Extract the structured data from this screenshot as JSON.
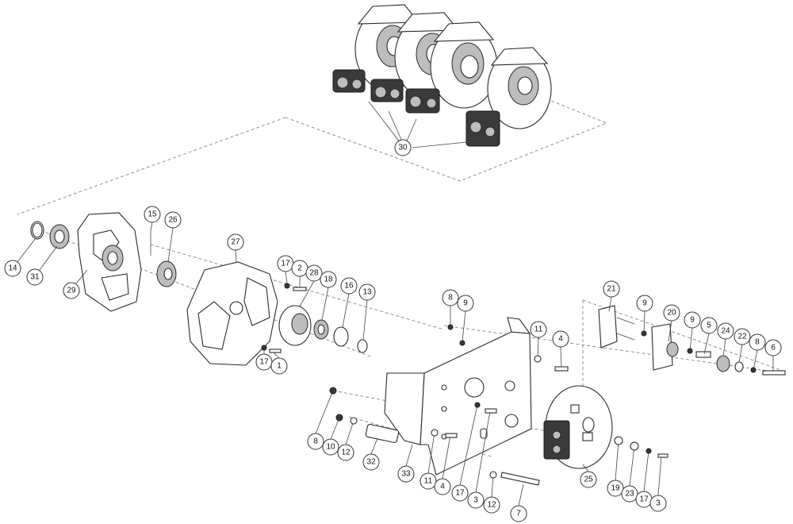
{
  "callouts": [
    {
      "id": "c30",
      "label": "30"
    },
    {
      "id": "c15",
      "label": "15"
    },
    {
      "id": "c26",
      "label": "26"
    },
    {
      "id": "c14",
      "label": "14"
    },
    {
      "id": "c31",
      "label": "31"
    },
    {
      "id": "c29",
      "label": "29"
    },
    {
      "id": "c27",
      "label": "27"
    },
    {
      "id": "c17a",
      "label": "17"
    },
    {
      "id": "c2",
      "label": "2"
    },
    {
      "id": "c28",
      "label": "28"
    },
    {
      "id": "c18",
      "label": "18"
    },
    {
      "id": "c16",
      "label": "16"
    },
    {
      "id": "c13",
      "label": "13"
    },
    {
      "id": "c17b",
      "label": "17"
    },
    {
      "id": "c1",
      "label": "1"
    },
    {
      "id": "c8a",
      "label": "8"
    },
    {
      "id": "c9a",
      "label": "9"
    },
    {
      "id": "c11a",
      "label": "11"
    },
    {
      "id": "c4a",
      "label": "4"
    },
    {
      "id": "c21",
      "label": "21"
    },
    {
      "id": "c9b",
      "label": "9"
    },
    {
      "id": "c20",
      "label": "20"
    },
    {
      "id": "c9c",
      "label": "9"
    },
    {
      "id": "c5",
      "label": "5"
    },
    {
      "id": "c24",
      "label": "24"
    },
    {
      "id": "c22",
      "label": "22"
    },
    {
      "id": "c8b",
      "label": "8"
    },
    {
      "id": "c6",
      "label": "6"
    },
    {
      "id": "c8c",
      "label": "8"
    },
    {
      "id": "c10",
      "label": "10"
    },
    {
      "id": "c12a",
      "label": "12"
    },
    {
      "id": "c32",
      "label": "32"
    },
    {
      "id": "c33",
      "label": "33"
    },
    {
      "id": "c11b",
      "label": "11"
    },
    {
      "id": "c4b",
      "label": "4"
    },
    {
      "id": "c17c",
      "label": "17"
    },
    {
      "id": "c3a",
      "label": "3"
    },
    {
      "id": "c12b",
      "label": "12"
    },
    {
      "id": "c7",
      "label": "7"
    },
    {
      "id": "c25",
      "label": "25"
    },
    {
      "id": "c19",
      "label": "19"
    },
    {
      "id": "c23",
      "label": "23"
    },
    {
      "id": "c17d",
      "label": "17"
    },
    {
      "id": "c3b",
      "label": "3"
    }
  ]
}
